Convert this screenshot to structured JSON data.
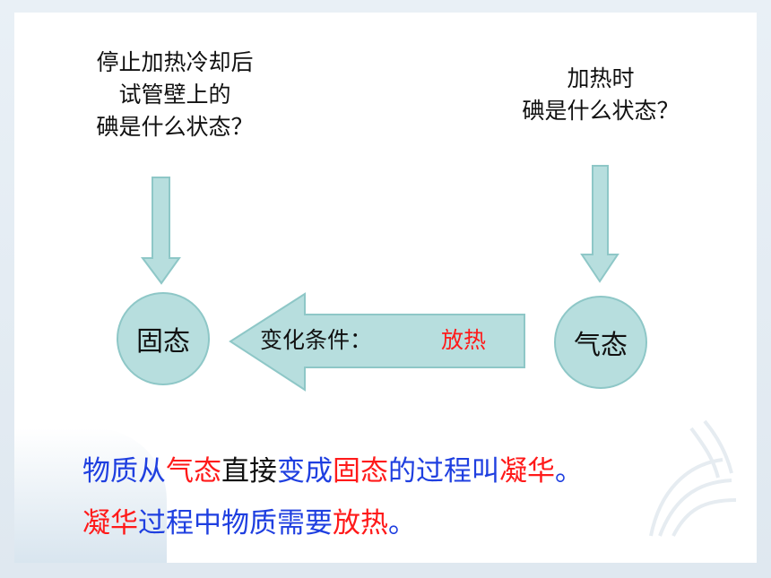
{
  "left_question": {
    "lines": [
      "停止加热冷却后",
      "试管壁上的",
      "碘是什么状态？"
    ]
  },
  "right_question": {
    "lines": [
      "加热时",
      "碘是什么状态？"
    ]
  },
  "states": {
    "solid": "固态",
    "gas": "气态"
  },
  "condition": {
    "label": "变化条件：",
    "value": "放热"
  },
  "statement1": {
    "parts": [
      "物质从",
      "气",
      "态",
      "直接",
      "变成",
      "固态",
      "的过程叫",
      "凝华",
      "。"
    ]
  },
  "statement2": {
    "parts": [
      "凝华",
      "过程中物质需要",
      "放热",
      "。"
    ]
  },
  "colors": {
    "arrow_fill": "#b7dede",
    "arrow_stroke": "#8ec7c7",
    "blue_text": "#1f3fe0",
    "red_text": "#ff1a1a"
  }
}
